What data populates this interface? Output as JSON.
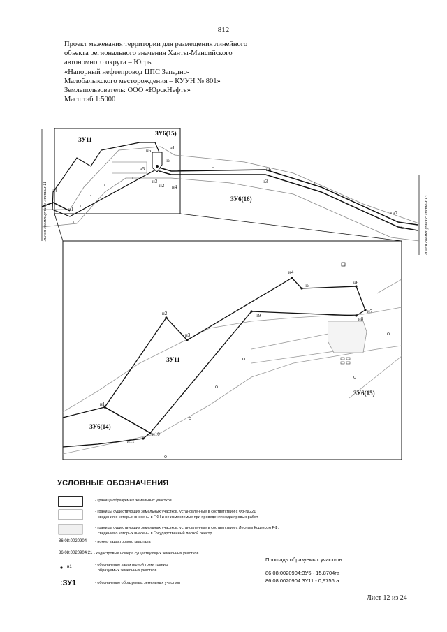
{
  "page_number": "812",
  "title_lines": [
    "Проект межевания территории для размещения линейного",
    "объекта регионального значения Ханты-Мансийского",
    "автономного округа – Югры",
    "«Напорный нефтепровод ЦПС Западно-",
    "Малобалыкского месторождения – КУУН № 801»",
    "Землепользователь: ООО «ЮрскНефть»",
    "Масштаб 1:5000"
  ],
  "map_labels": {
    "zu11_top": "ЗУ11",
    "zu6_15_top": "ЗУ6(15)",
    "zu6_16": "ЗУ6(16)",
    "zu11_inset": "ЗУ11",
    "zu6_14": "ЗУ6(14)",
    "zu6_15_inset": "ЗУ6(15)",
    "match_left": "линия совмещения с листом 11",
    "match_right": "линия совмещения с листом 13"
  },
  "points_top": {
    "n1": "н1",
    "n2": "н2",
    "n3": "н3",
    "n4": "н4",
    "n5": "н5",
    "n6": "н6",
    "n7": "н7",
    "n1b": "н1",
    "n2b": "н2",
    "n3b": "н3",
    "n4b": "н4",
    "n5b": "н5",
    "n6b": "н6"
  },
  "points_inset": {
    "n1": "н1",
    "n2": "н2",
    "n3": "н3",
    "n4": "н4",
    "n5": "н5",
    "n6": "н6",
    "n7": "н7",
    "n8": "н8",
    "n9": "н9",
    "n10": "н10",
    "n11": "н11"
  },
  "legend": {
    "title": "УСЛОВНЫЕ ОБОЗНАЧЕНИЯ",
    "item1": "- граница образуемых земельных участков",
    "item2a": "- границы существующих земельных участков, установленные в соответствии с ФЗ-№221",
    "item2b": "сведения о которых внесены в ГКН и не изменяемые при проведении кадастровых работ",
    "item3a": "- границы существующих земельных участков, установленные в соответствии с Лесным Кодексом РФ,",
    "item3b": "сведения о которых внесены в Государственный лесной реестр",
    "quarter_code": "86:08:0020904",
    "quarter_desc": "- номер кадастрового квартала",
    "parcel_code": "86:08:0020904:21",
    "parcel_desc": "- кадастровые номера существующих земельных участков",
    "point_symbol": "н1",
    "point_desc_a": "- обозначение характерной точки границ",
    "point_desc_b": "образуемых земельных участков",
    "zu_symbol": ":ЗУ1",
    "zu_desc": "- обозначение образуемых земельных участков"
  },
  "areas": {
    "title": "Площадь образуемых участков:",
    "line1": "86:08:0020904:ЗУ6  - 15,8704га",
    "line2": "86:08:0020904:ЗУ11 - 0,9756га"
  },
  "sheet": "Лист 12 из 24"
}
